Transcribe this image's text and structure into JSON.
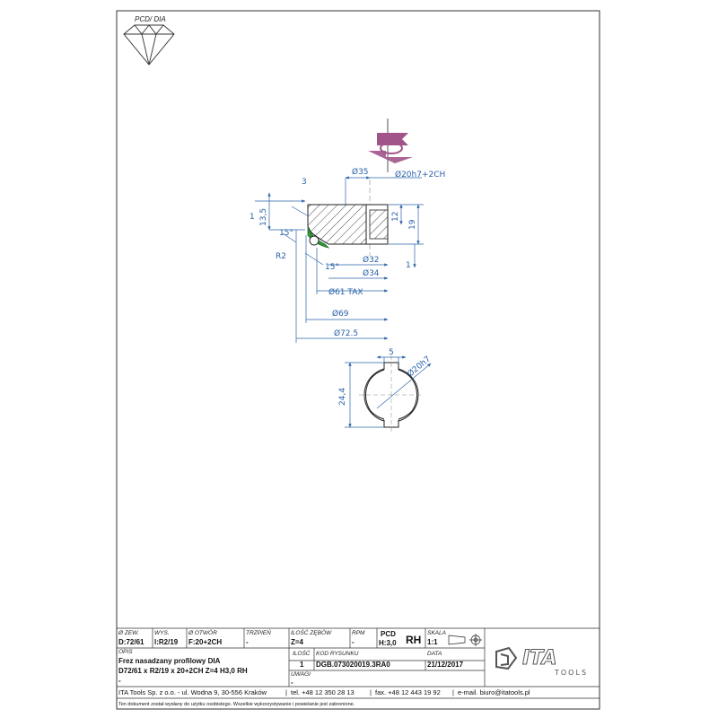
{
  "badge": {
    "text": "PCD/ DIA"
  },
  "dimensions": {
    "d35": "Ø35",
    "d20h7_2ch": "Ø20h7+2CH",
    "three": "3",
    "one_top": "1",
    "d13_5": "13,5",
    "angle15_top": "15°",
    "r2": "R2",
    "angle15_bottom": "15°",
    "twelve": "12",
    "nineteen": "19",
    "d32": "Ø32",
    "d34": "Ø34",
    "one_bottom": "1",
    "d61_tax": "Ø61 TAX",
    "d69": "Ø69",
    "d72_5": "Ø72.5",
    "five": "5",
    "d20h7_bore": "Ø20h7",
    "d24_4": "24,4"
  },
  "title_block": {
    "labels": {
      "zew": "Ø ZEW.",
      "wys": "WYS.",
      "otwor": "Ø OTWÓR",
      "trzpien": "TRZPIEŃ",
      "ilosc_zebow": "ILOŚĆ ZĘBÓW",
      "rpm": "RPM",
      "skala": "SKALA",
      "opis": "OPIS",
      "ilosc": "ILOŚĆ",
      "kod_rysunku": "KOD RYSUNKU",
      "data": "DATA",
      "uwagi": "UWAGI"
    },
    "values": {
      "zew": "D:72/61",
      "wys": "l:R2/19",
      "otwor": "F:20+2CH",
      "trzpien": "-",
      "ilosc_zebow": "Z=4",
      "rpm": "-",
      "pcd": "PCD",
      "h": "H:3,0",
      "rh": "RH",
      "skala": "1:1",
      "opis_line1": "Frez nasadzany profilowy DIA",
      "opis_line2": "D72/61 x R2/19 x 20+2CH Z=4 H3,0 RH",
      "opis_line3": "-",
      "ilosc": "1",
      "kod_rysunku": "DGB.073020019.3RA0",
      "data": "21/12/2017",
      "uwagi": "-"
    },
    "footer": {
      "company": "ITA Tools Sp. z o.o. - ul. Wodna 9, 30-556 Kraków",
      "tel": "tel. +48 12 350 28 13",
      "fax": "fax. +48 12 443 19 92",
      "email": "e-mail. biuro@itatools.pl",
      "notice": "Ten dokument został wysłany do użytku osobistego. Wszelkie wykorzystywanie i powielanie jest zabronione."
    },
    "logo": {
      "ita": "ITA",
      "tools": "TOOLS"
    }
  },
  "colors": {
    "dimension": "#2a62a8",
    "arrow_accent": "#a0548a",
    "profile_accent": "#2e9a3a"
  }
}
